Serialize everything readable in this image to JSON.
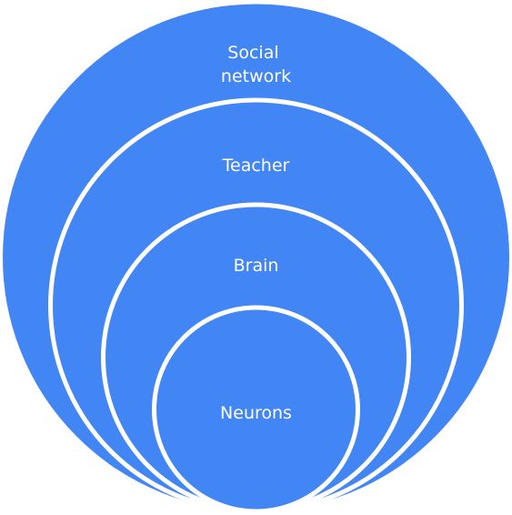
{
  "diagram": {
    "type": "nested-circles",
    "colors": {
      "fill": "#4285F4",
      "stroke": "#ffffff"
    },
    "levels": [
      {
        "id": "social-network",
        "label_lines": [
          "Social",
          "network"
        ]
      },
      {
        "id": "teacher",
        "label_lines": [
          "Teacher"
        ]
      },
      {
        "id": "brain",
        "label_lines": [
          "Brain"
        ]
      },
      {
        "id": "neurons",
        "label_lines": [
          "Neurons"
        ]
      }
    ]
  }
}
